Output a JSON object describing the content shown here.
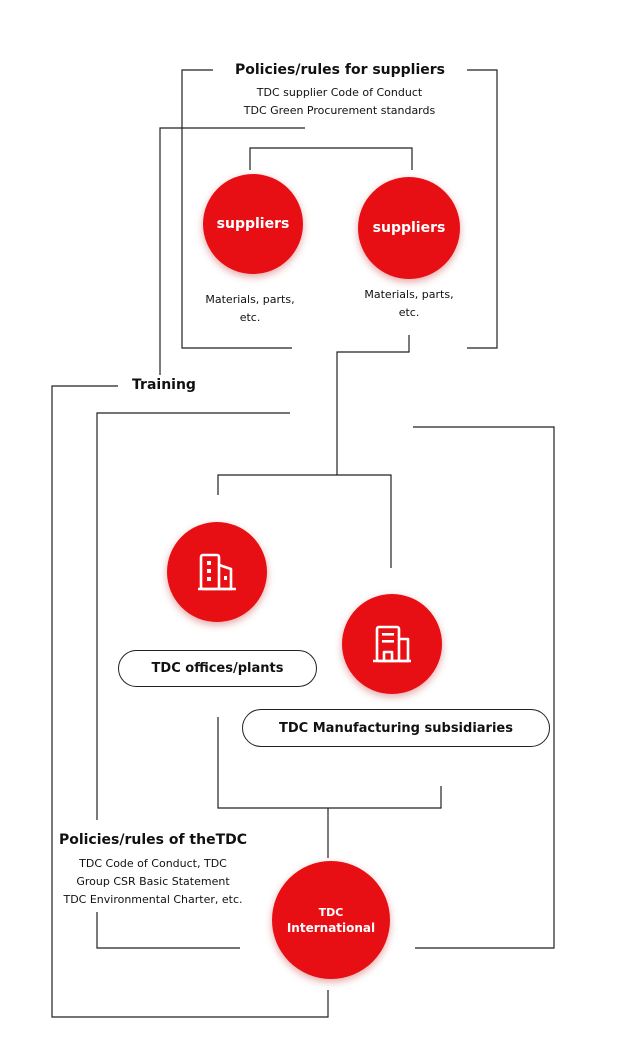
{
  "suppliers_policy": {
    "title": "Policies/rules for suppliers",
    "line1": "TDC supplier Code of Conduct",
    "line2": "TDC Green Procurement standards"
  },
  "supplier_left": {
    "name": "suppliers",
    "caption1": "Materials, parts,",
    "caption2": "etc."
  },
  "supplier_right": {
    "name": "suppliers",
    "caption1": "Materials, parts,",
    "caption2": "etc."
  },
  "training": "Training",
  "offices": {
    "label": "TDC offices/plants",
    "icon": "office-building-icon"
  },
  "subsidiaries": {
    "label": "TDC Manufacturing subsidiaries",
    "icon": "building-icon"
  },
  "tdc_policy": {
    "title": "Policies/rules of theTDC",
    "line1": "TDC Code of Conduct, TDC",
    "line2": "Group CSR Basic Statement",
    "line3": "TDC Environmental Charter, etc."
  },
  "international": {
    "line1": "TDC",
    "line2": "International"
  },
  "colors": {
    "accent": "#e80f14",
    "line": "#222222"
  }
}
